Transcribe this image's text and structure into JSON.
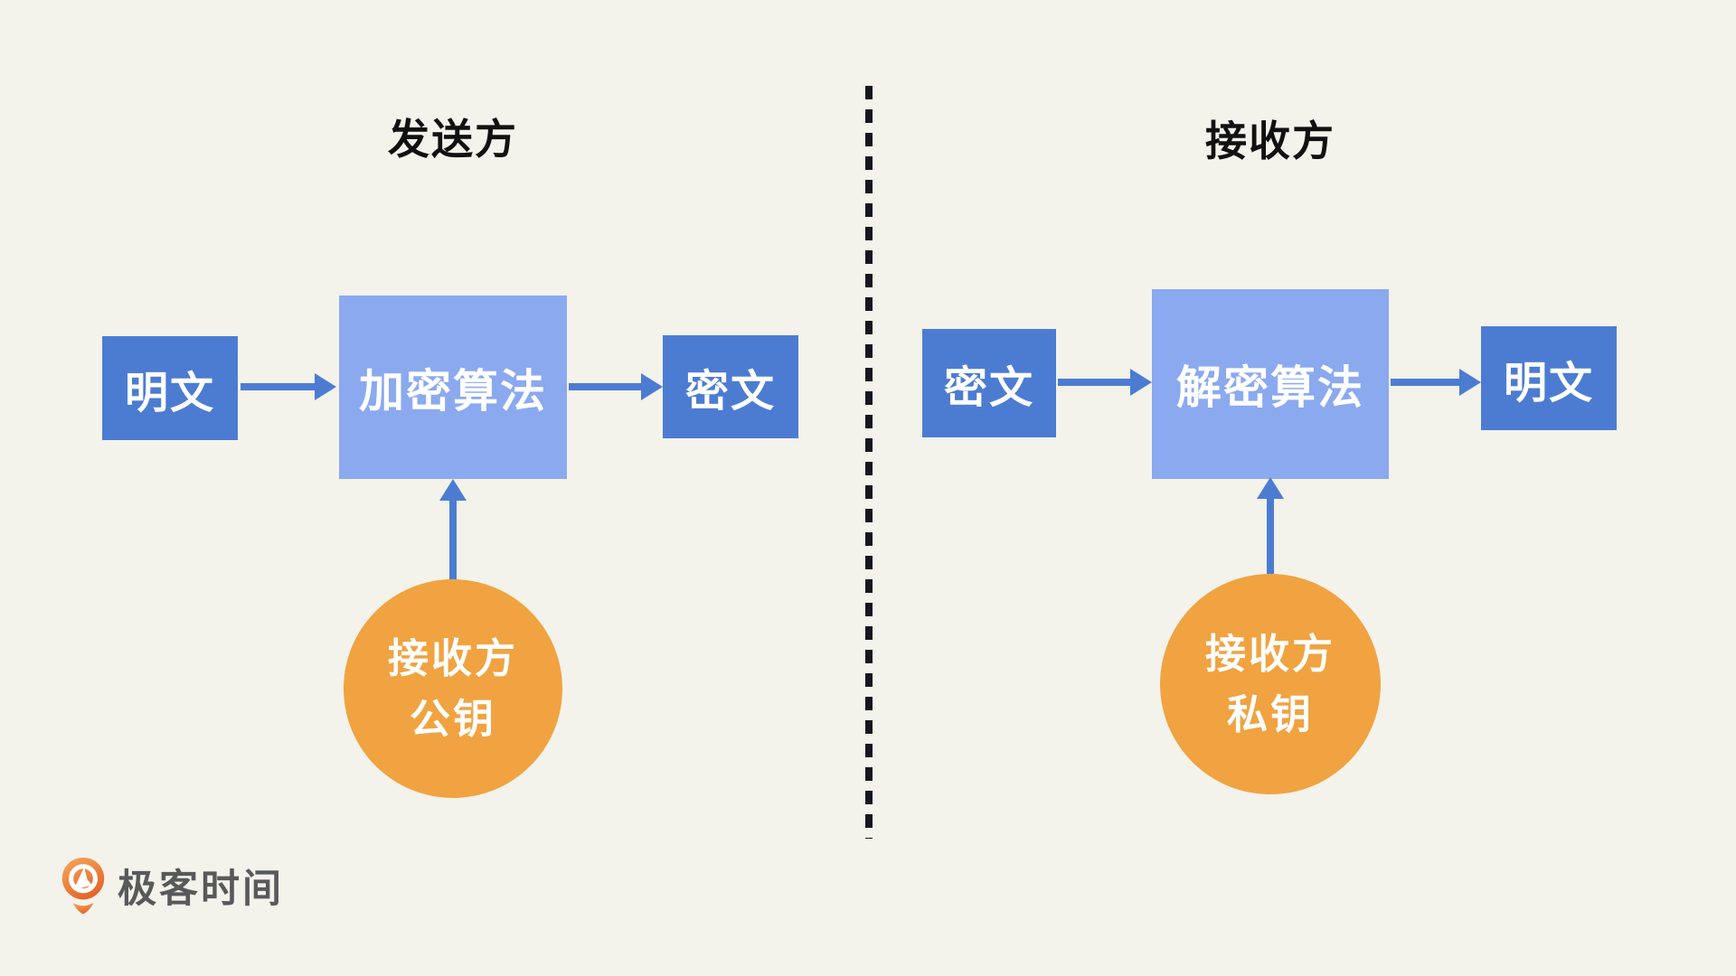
{
  "colors": {
    "background": "#F3F2EB",
    "node_dark_blue": "#4C7CD2",
    "node_light_blue": "#8BA9EF",
    "arrow_blue": "#4C7CD2",
    "key_circle_orange": "#F0A340",
    "divider_black": "#16161E",
    "title_black": "#111111",
    "logo_text_gray": "#58595B",
    "logo_icon_orange": "#E4662A"
  },
  "panels": [
    {
      "title": "发送方",
      "nodes": [
        {
          "label": "明文"
        },
        {
          "label": "加密算法"
        },
        {
          "label": "密文"
        }
      ],
      "key_circle": {
        "line1": "接收方",
        "line2": "公钥"
      }
    },
    {
      "title": "接收方",
      "nodes": [
        {
          "label": "密文"
        },
        {
          "label": "解密算法"
        },
        {
          "label": "明文"
        }
      ],
      "key_circle": {
        "line1": "接收方",
        "line2": "私钥"
      }
    }
  ],
  "logo": {
    "brand_text": "极客时间",
    "icon": "geektime-pin-icon"
  }
}
